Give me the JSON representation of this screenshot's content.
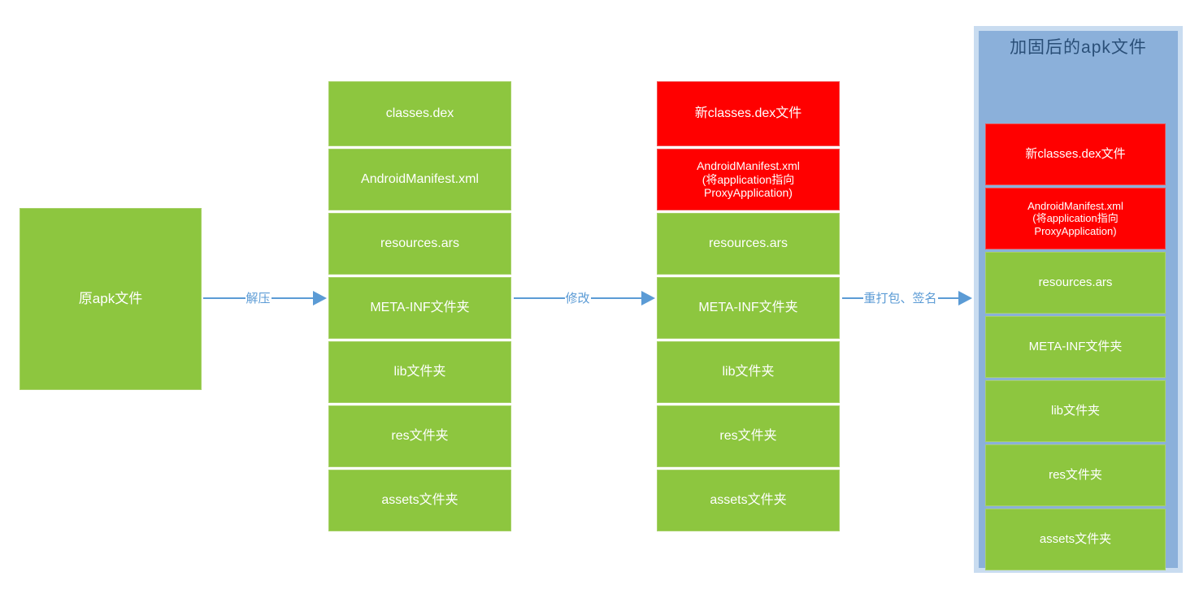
{
  "diagram": {
    "title_final_container": "加固后的apk文件",
    "colors": {
      "green": "#8DC63F",
      "red": "#FF0000",
      "blue_container": "#8BB0DA",
      "blue_container_border": "#c9dcf0",
      "arrow_blue": "#5B9BD5",
      "title_text": "#2a4f78",
      "box_text": "#FFFFFF"
    },
    "source": {
      "label": "原apk文件"
    },
    "arrows": [
      {
        "name": "extract",
        "label": "解压"
      },
      {
        "name": "modify",
        "label": "修改"
      },
      {
        "name": "repack",
        "label": "重打包、签名"
      }
    ],
    "extracted": {
      "items": [
        {
          "label": "classes.dex",
          "color": "green"
        },
        {
          "label": "AndroidManifest.xml",
          "color": "green"
        },
        {
          "label": "resources.ars",
          "color": "green"
        },
        {
          "label": "META-INF文件夹",
          "color": "green"
        },
        {
          "label": "lib文件夹",
          "color": "green"
        },
        {
          "label": "res文件夹",
          "color": "green"
        },
        {
          "label": "assets文件夹",
          "color": "green"
        }
      ]
    },
    "modified": {
      "items": [
        {
          "label": "新classes.dex文件",
          "color": "red"
        },
        {
          "label": "AndroidManifest.xml\n(将application指向\nProxyApplication)",
          "color": "red"
        },
        {
          "label": "resources.ars",
          "color": "green"
        },
        {
          "label": "META-INF文件夹",
          "color": "green"
        },
        {
          "label": "lib文件夹",
          "color": "green"
        },
        {
          "label": "res文件夹",
          "color": "green"
        },
        {
          "label": "assets文件夹",
          "color": "green"
        }
      ]
    },
    "final": {
      "items": [
        {
          "label": "新classes.dex文件",
          "color": "red"
        },
        {
          "label": "AndroidManifest.xml\n(将application指向\nProxyApplication)",
          "color": "red"
        },
        {
          "label": "resources.ars",
          "color": "green"
        },
        {
          "label": "META-INF文件夹",
          "color": "green"
        },
        {
          "label": "lib文件夹",
          "color": "green"
        },
        {
          "label": "res文件夹",
          "color": "green"
        },
        {
          "label": "assets文件夹",
          "color": "green"
        }
      ]
    }
  }
}
